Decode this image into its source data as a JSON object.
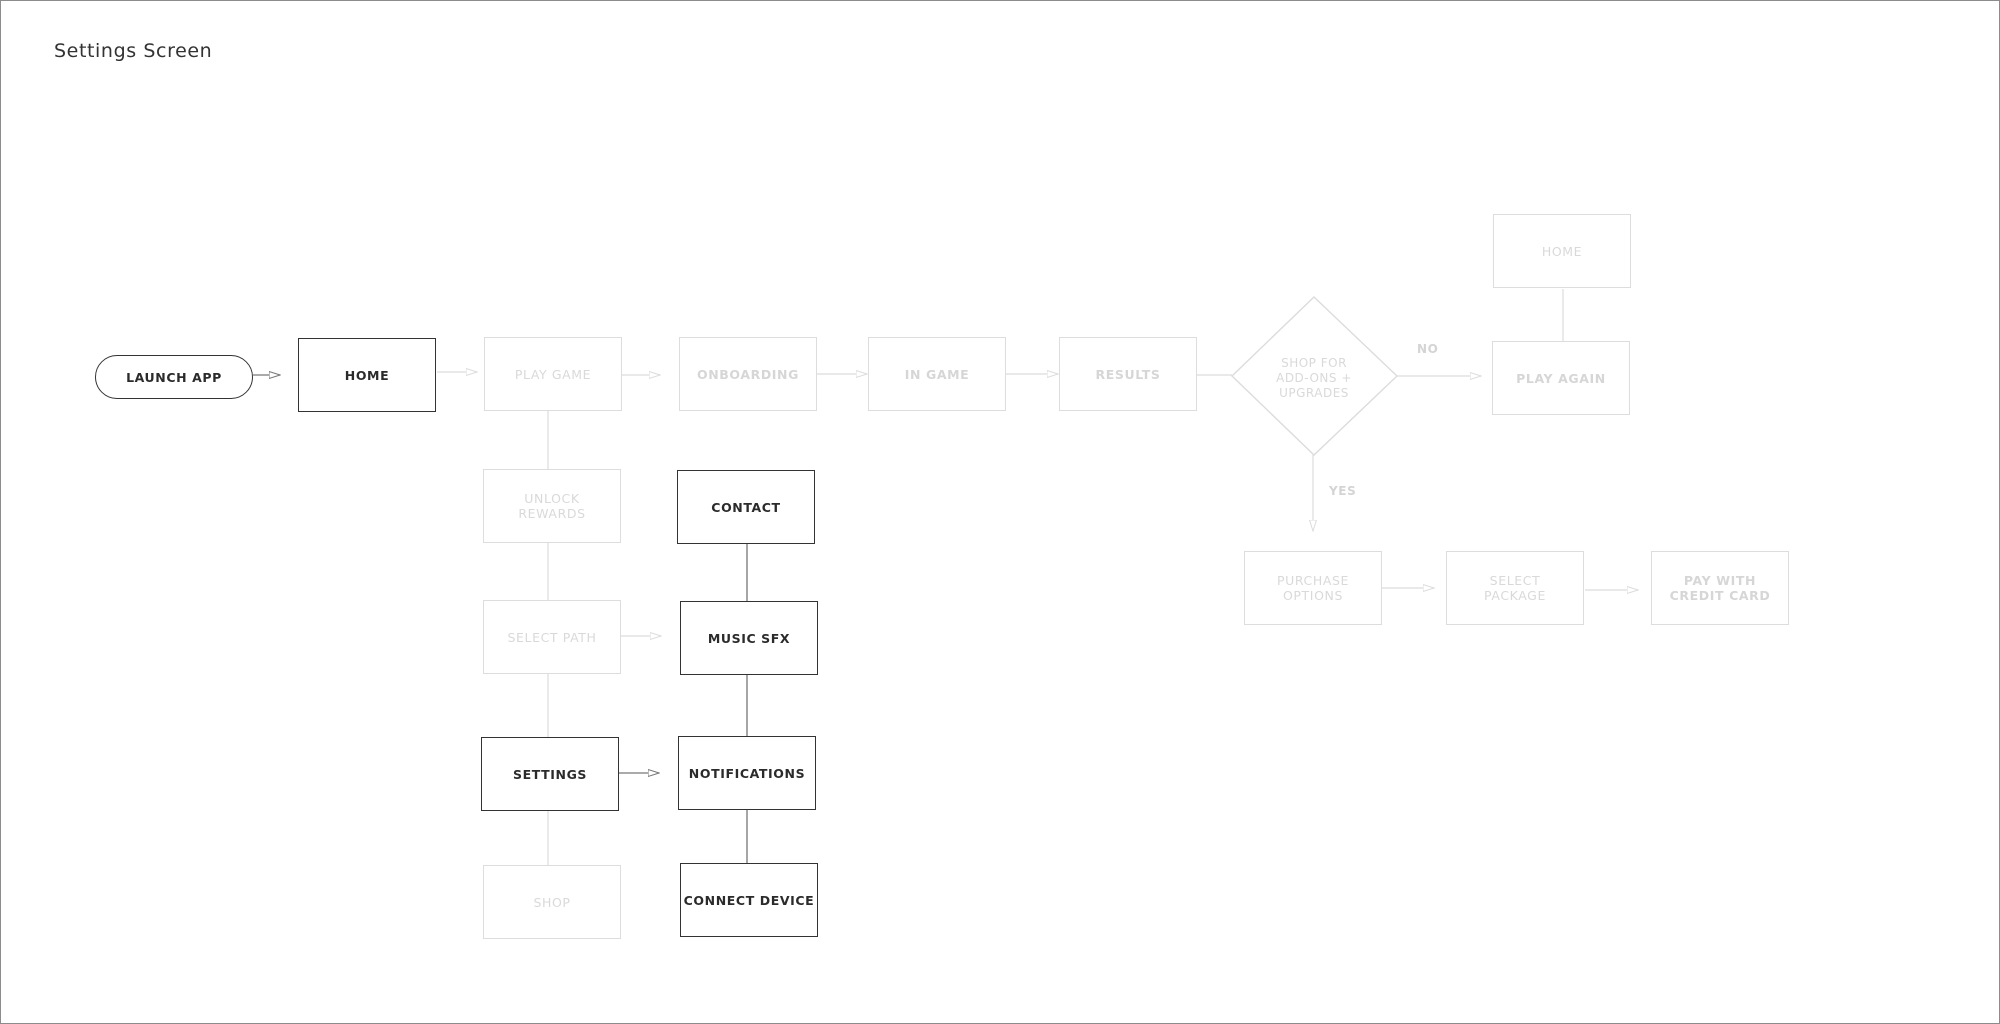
{
  "page": {
    "title": "Settings Screen"
  },
  "nodes": {
    "launch_app": "LAUNCH APP",
    "home": "HOME",
    "play_game": "PLAY GAME",
    "onboarding": "ONBOARDING",
    "in_game": "IN GAME",
    "results": "RESULTS",
    "shop_decision": "SHOP FOR\nADD-ONS +\nUPGRADES",
    "home_top": "HOME",
    "play_again": "PLAY AGAIN",
    "unlock_rewards": "UNLOCK\nREWARDS",
    "select_path": "SELECT PATH",
    "settings": "SETTINGS",
    "shop": "SHOP",
    "contact": "CONTACT",
    "music_sfx": "MUSIC SFX",
    "notifications": "NOTIFICATIONS",
    "connect_device": "CONNECT DEVICE",
    "purchase_options": "PURCHASE\nOPTIONS",
    "select_package": "SELECT\nPACKAGE",
    "pay_with_credit_card": "PAY WITH\nCREDIT CARD"
  },
  "edge_labels": {
    "no": "NO",
    "yes": "YES"
  },
  "colors": {
    "active_stroke": "#333333",
    "faded_stroke": "#dddddd",
    "faded_text": "#d6d6d6"
  }
}
